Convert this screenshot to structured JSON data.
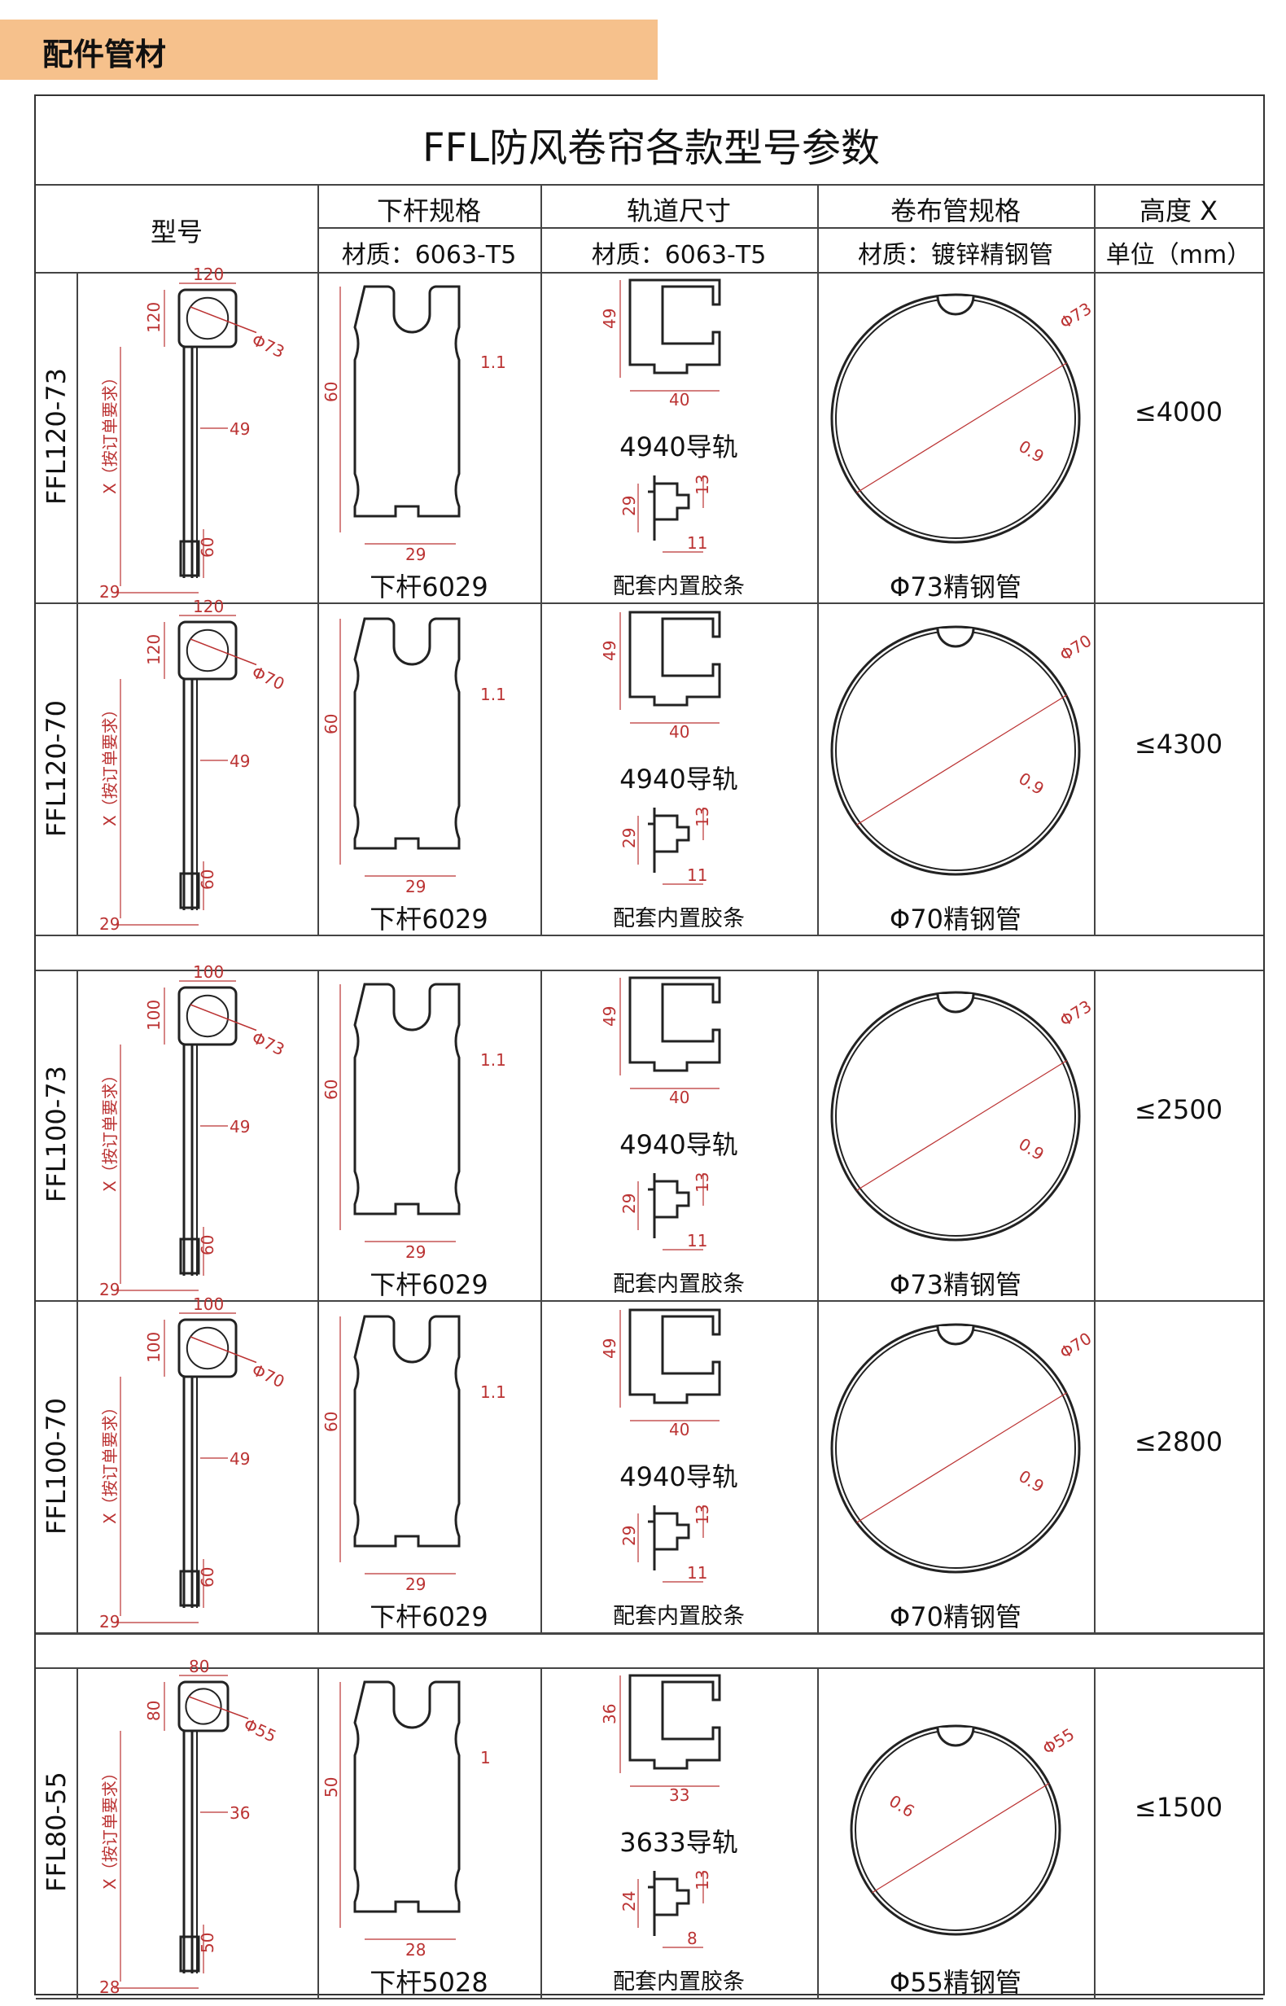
{
  "section_label": "配件管材",
  "table_title": "FFL防风卷帘各款型号参数",
  "headers": {
    "model": "型号",
    "bottom_bar": "下杆规格",
    "bottom_bar_material": "材质：6063-T5",
    "rail": "轨道尺寸",
    "rail_material": "材质：6063-T5",
    "tube": "卷布管规格",
    "tube_material": "材质：镀锌精钢管",
    "height": "高度 X",
    "height_unit": "单位（mm）"
  },
  "rows": [
    {
      "model": "FFL120-73",
      "box": "120",
      "box_h": "120",
      "dia": "Φ73",
      "inner": "49",
      "bot": "60",
      "width": "29",
      "xlabel": "X（按订单要求）",
      "bar_caption": "下杆6029",
      "bar_h": "60",
      "bar_w": "29",
      "bar_t": "1.1",
      "rail_caption": "4940导轨",
      "rail_h": "49",
      "rail_w": "40",
      "strip_caption": "配套内置胶条",
      "strip_h": "29",
      "strip_t": "13",
      "strip_w": "11",
      "tube_caption": "Φ73精钢管",
      "tube_dia": "Φ73",
      "tube_t": "0.9",
      "height": "≤4000"
    },
    {
      "model": "FFL120-70",
      "box": "120",
      "box_h": "120",
      "dia": "Φ70",
      "inner": "49",
      "bot": "60",
      "width": "29",
      "xlabel": "X（按订单要求）",
      "bar_caption": "下杆6029",
      "bar_h": "60",
      "bar_w": "29",
      "bar_t": "1.1",
      "rail_caption": "4940导轨",
      "rail_h": "49",
      "rail_w": "40",
      "strip_caption": "配套内置胶条",
      "strip_h": "29",
      "strip_t": "13",
      "strip_w": "11",
      "tube_caption": "Φ70精钢管",
      "tube_dia": "Φ70",
      "tube_t": "0.9",
      "height": "≤4300"
    },
    {
      "model": "FFL100-73",
      "box": "100",
      "box_h": "100",
      "dia": "Φ73",
      "inner": "49",
      "bot": "60",
      "width": "29",
      "xlabel": "X（按订单要求）",
      "bar_caption": "下杆6029",
      "bar_h": "60",
      "bar_w": "29",
      "bar_t": "1.1",
      "rail_caption": "4940导轨",
      "rail_h": "49",
      "rail_w": "40",
      "strip_caption": "配套内置胶条",
      "strip_h": "29",
      "strip_t": "13",
      "strip_w": "11",
      "tube_caption": "Φ73精钢管",
      "tube_dia": "Φ73",
      "tube_t": "0.9",
      "height": "≤2500"
    },
    {
      "model": "FFL100-70",
      "box": "100",
      "box_h": "100",
      "dia": "Φ70",
      "inner": "49",
      "bot": "60",
      "width": "29",
      "xlabel": "X（按订单要求）",
      "bar_caption": "下杆6029",
      "bar_h": "60",
      "bar_w": "29",
      "bar_t": "1.1",
      "rail_caption": "4940导轨",
      "rail_h": "49",
      "rail_w": "40",
      "strip_caption": "配套内置胶条",
      "strip_h": "29",
      "strip_t": "13",
      "strip_w": "11",
      "tube_caption": "Φ70精钢管",
      "tube_dia": "Φ70",
      "tube_t": "0.9",
      "height": "≤2800"
    },
    {
      "model": "FFL80-55",
      "box": "80",
      "box_h": "80",
      "dia": "Φ55",
      "inner": "36",
      "bot": "50",
      "width": "28",
      "xlabel": "X（按订单要求）",
      "bar_caption": "下杆5028",
      "bar_h": "50",
      "bar_w": "28",
      "bar_t": "1",
      "rail_caption": "3633导轨",
      "rail_h": "36",
      "rail_w": "33",
      "strip_caption": "配套内置胶条",
      "strip_h": "24",
      "strip_t": "13",
      "strip_w": "8",
      "tube_caption": "Φ55精钢管",
      "tube_dia": "Φ55",
      "tube_t": "0.6",
      "height": "≤1500"
    }
  ]
}
